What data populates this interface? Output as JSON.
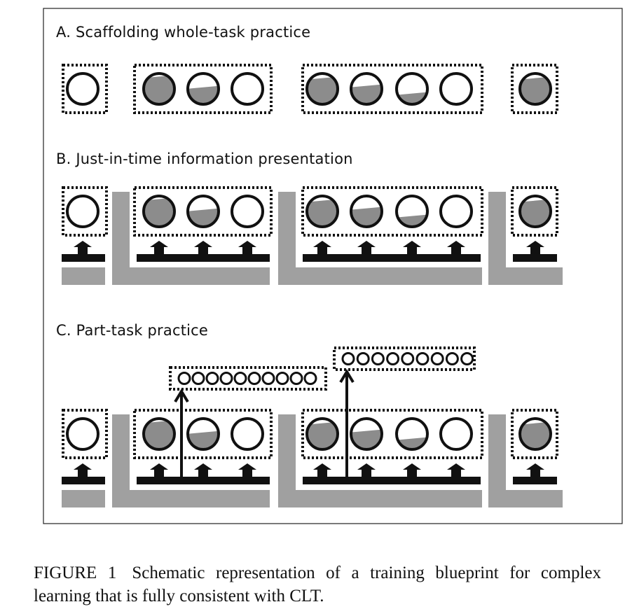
{
  "panels": [
    {
      "label": "A. Scaffolding whole-task practice"
    },
    {
      "label": "B. Just-in-time information presentation"
    },
    {
      "label": "C. Part-task practice"
    }
  ],
  "task_classes": [
    {
      "fills": [
        0
      ]
    },
    {
      "fills": [
        0.9,
        0.55,
        0
      ]
    },
    {
      "fills": [
        0.85,
        0.6,
        0.35,
        0
      ]
    },
    {
      "fills": [
        0.85
      ]
    }
  ],
  "part_task_groups": [
    {
      "circle_count": 10
    },
    {
      "circle_count": 9
    }
  ],
  "colors": {
    "fill": "#8c8c8c",
    "support": "#a0a0a0",
    "ink": "#111111"
  },
  "caption": {
    "number": "FIGURE 1",
    "text": "Schematic representation of a training blueprint for complex learning that is fully consistent with CLT."
  }
}
